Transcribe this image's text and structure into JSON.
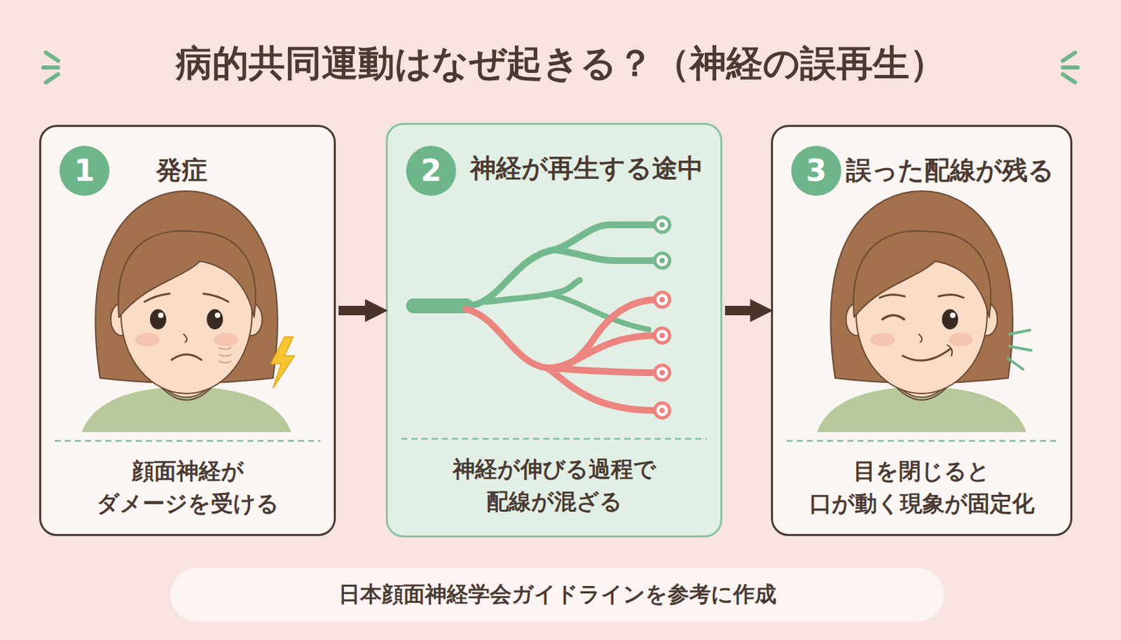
{
  "diagram": {
    "title": "病的共同運動はなぜ起きる？（神経の誤再生）",
    "caption": "日本顔面神経学会ガイドラインを参考に作成",
    "nodes": [
      {
        "text": [
          "発症",
          "顔面神経が ダメージを受ける"
        ]
      },
      {
        "text": [
          "1"
        ],
        "in": 0
      },
      {
        "text": [
          "神経が再生する途中",
          "神経が伸びる過程で 配線が混ざる"
        ]
      },
      {
        "text": [
          "2"
        ],
        "in": 2
      },
      {
        "text": [
          "誤った配線が残る",
          "目を閉じると 口が動く現象が固定化"
        ]
      },
      {
        "text": [
          "3"
        ],
        "in": 4
      }
    ],
    "edges": [
      {
        "from": 0,
        "to": 2,
        "arrow": "to"
      },
      {
        "from": 2,
        "to": 4,
        "arrow": "to"
      }
    ]
  }
}
